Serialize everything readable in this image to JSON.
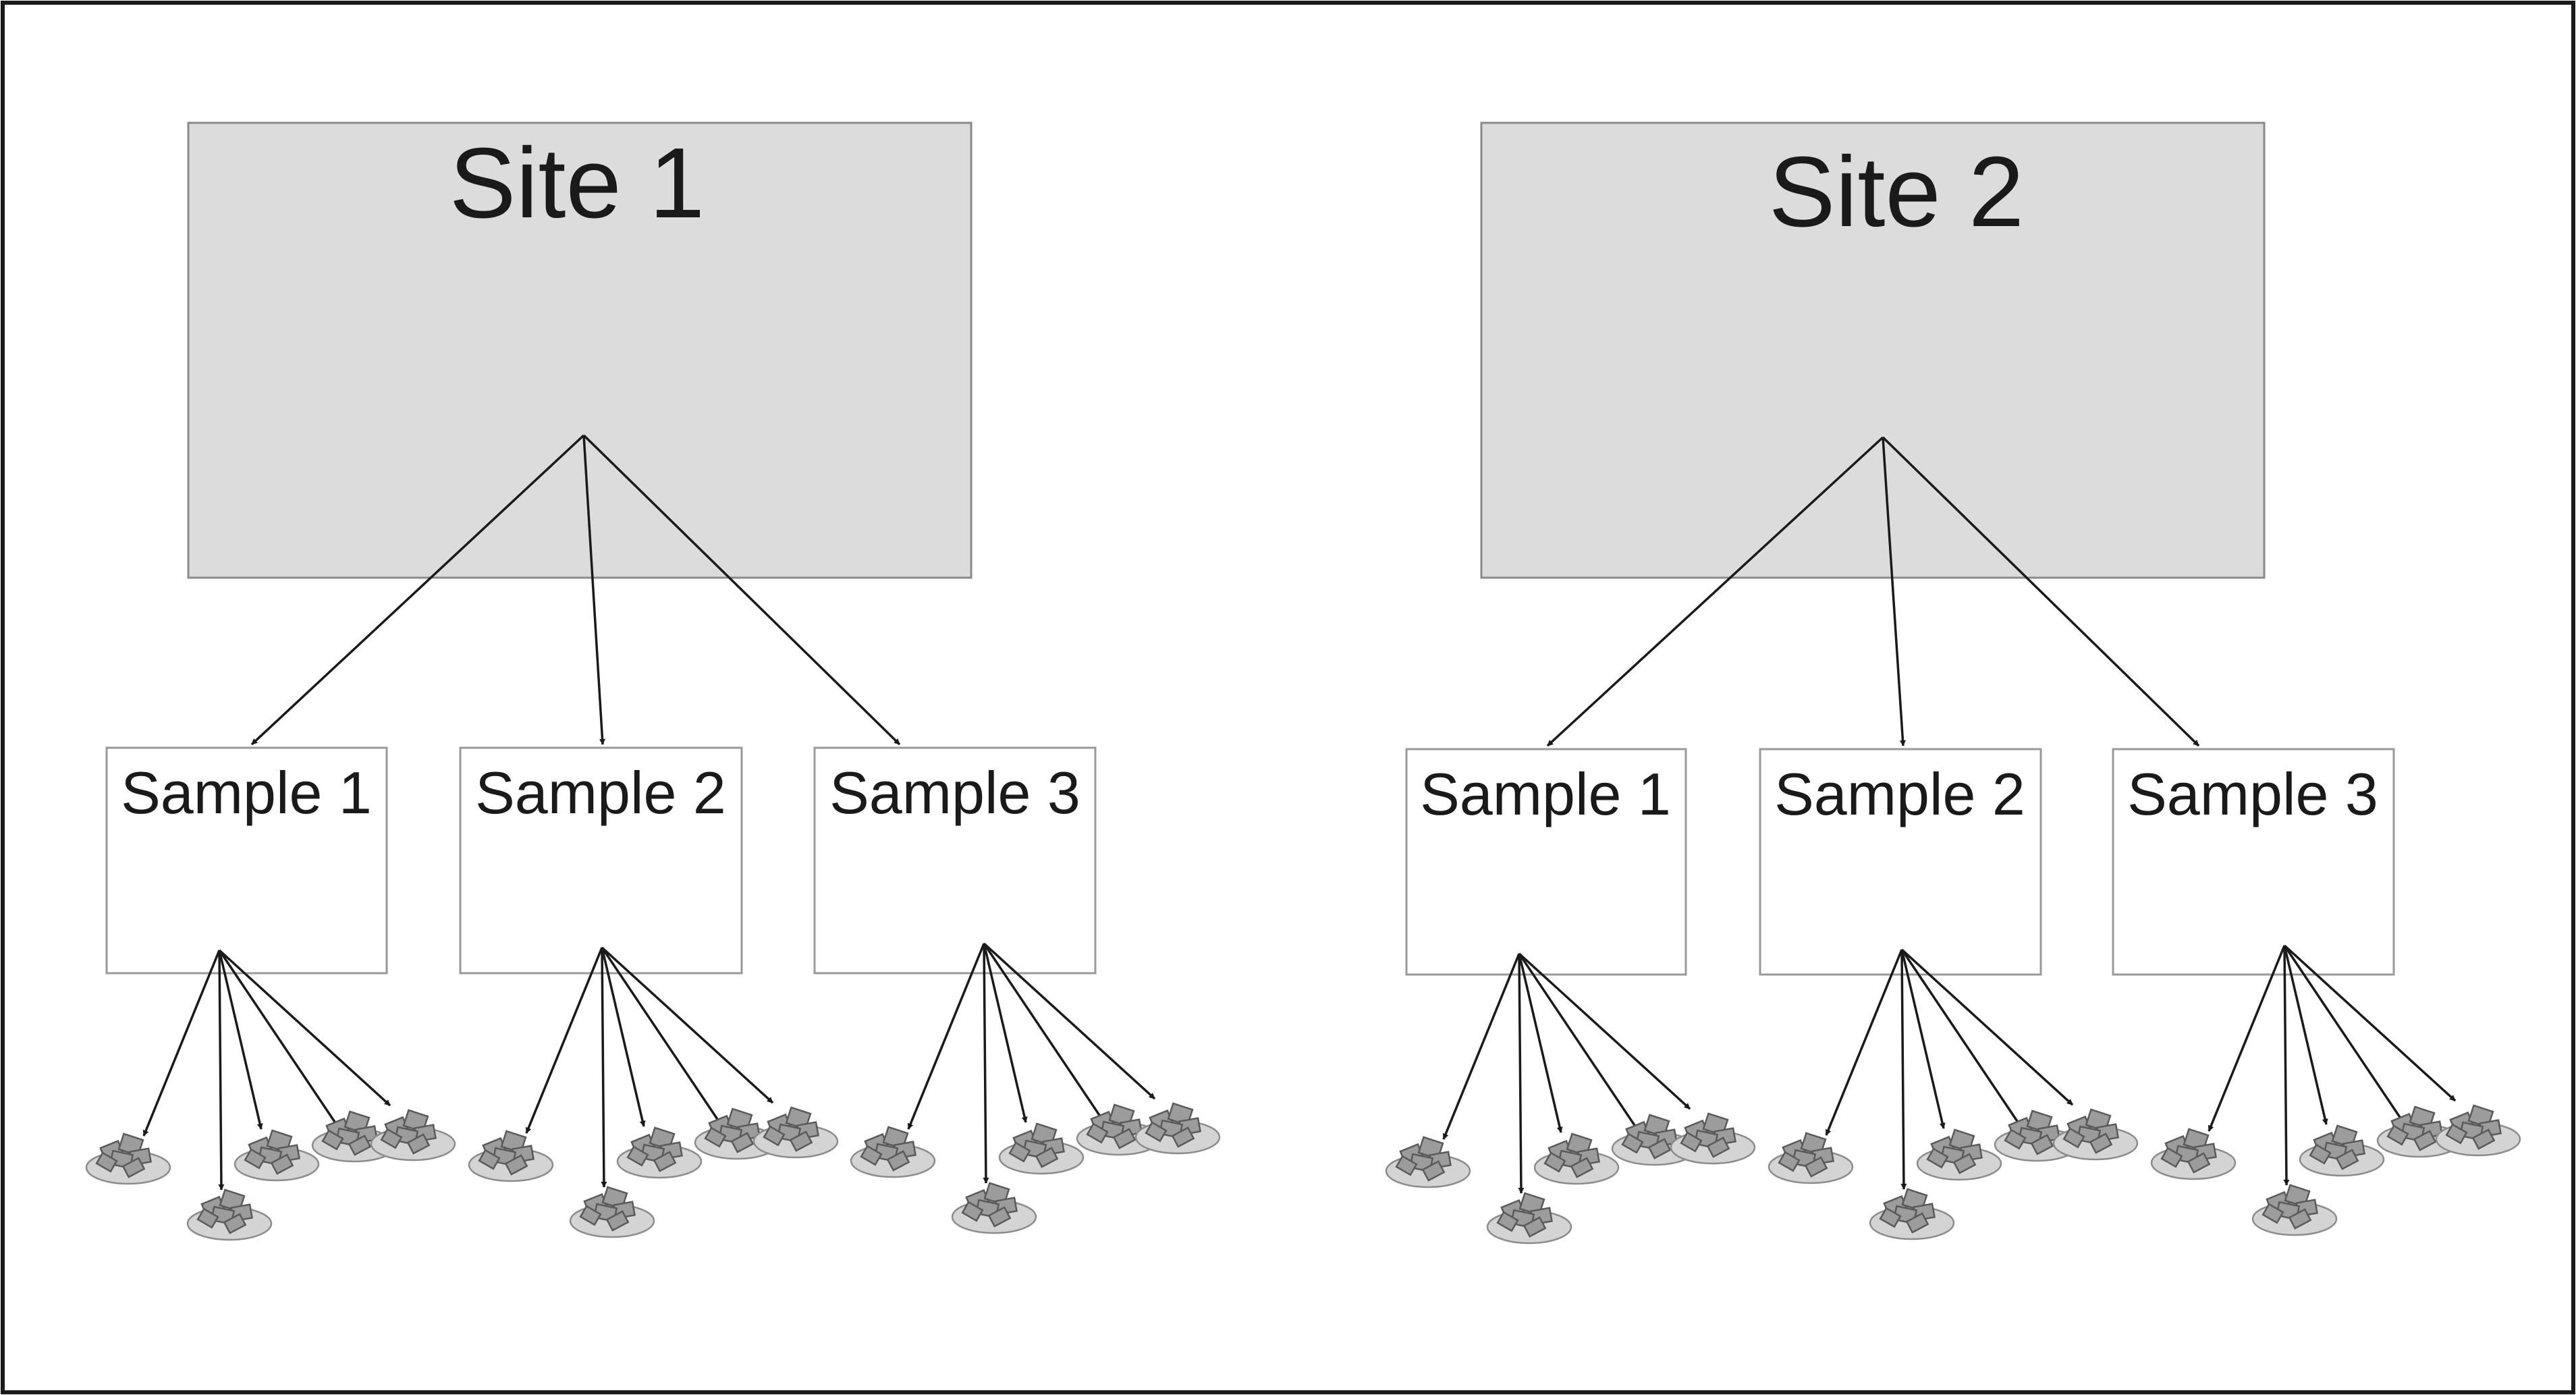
{
  "colors": {
    "frame_border": "#1a1a1a",
    "site_box_fill": "#dcdcdc",
    "site_box_stroke": "#8a8a8a",
    "sample_box_stroke": "#9a9a9a",
    "arrow": "#1a1a1a",
    "specimen_base_fill": "#d4d4d4",
    "specimen_base_stroke": "#8c8c8c",
    "specimen_fill": "#9c9c9c",
    "specimen_stroke": "#5a5a5a"
  },
  "sites": [
    {
      "label": "Site 1",
      "samples": [
        {
          "label": "Sample 1",
          "specimen_count": 5
        },
        {
          "label": "Sample 2",
          "specimen_count": 5
        },
        {
          "label": "Sample 3",
          "specimen_count": 5
        }
      ]
    },
    {
      "label": "Site 2",
      "samples": [
        {
          "label": "Sample 1",
          "specimen_count": 5
        },
        {
          "label": "Sample 2",
          "specimen_count": 5
        },
        {
          "label": "Sample 3",
          "specimen_count": 5
        }
      ]
    }
  ]
}
